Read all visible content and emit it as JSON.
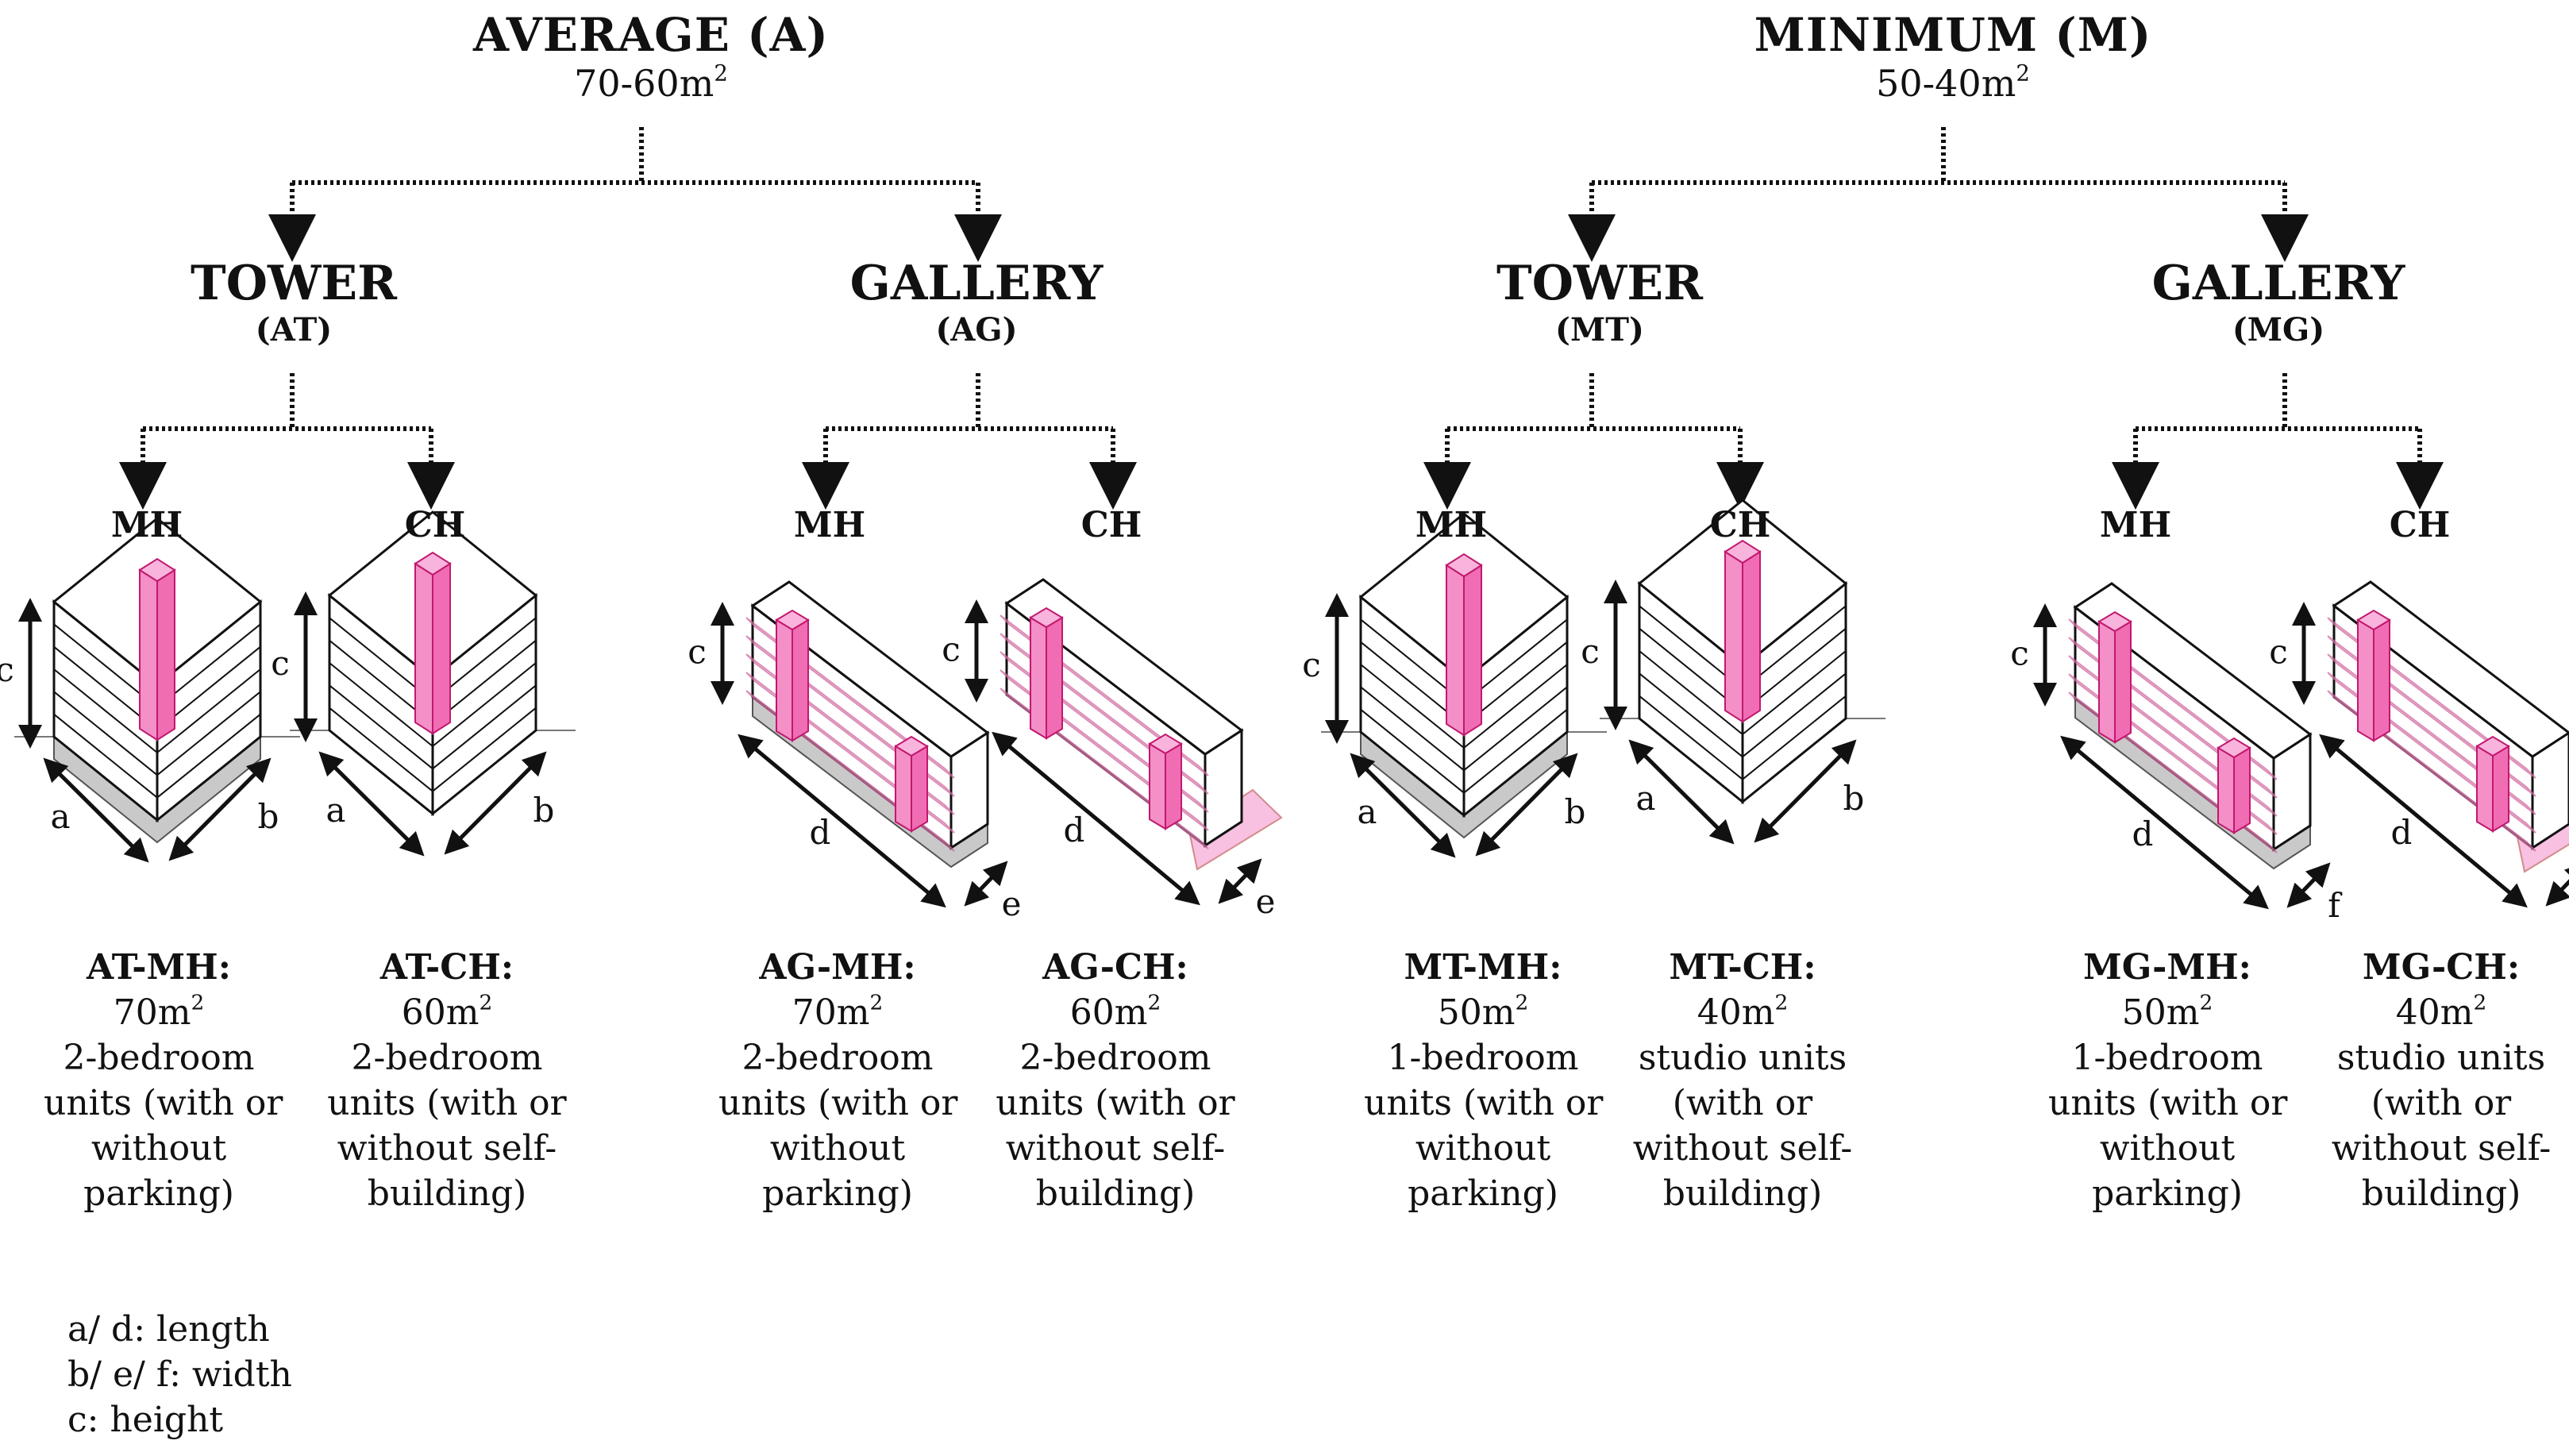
{
  "groups": [
    {
      "title": "AVERAGE (A)",
      "area": "70-60m",
      "area_sup": "2"
    },
    {
      "title": "MINIMUM (M)",
      "area": "50-40m",
      "area_sup": "2"
    }
  ],
  "types": [
    {
      "title": "TOWER",
      "code": "(AT)"
    },
    {
      "title": "GALLERY",
      "code": "(AG)"
    },
    {
      "title": "TOWER",
      "code": "(MT)"
    },
    {
      "title": "GALLERY",
      "code": "(MG)"
    }
  ],
  "variant_labels": [
    "MH",
    "CH",
    "MH",
    "CH",
    "MH",
    "CH",
    "MH",
    "CH"
  ],
  "units": [
    {
      "code": "AT-MH:",
      "area": "70m",
      "sup": "2",
      "lines": [
        "2-bedroom",
        "units (with or",
        "without",
        "parking)"
      ]
    },
    {
      "code": "AT-CH:",
      "area": "60m",
      "sup": "2",
      "lines": [
        "2-bedroom",
        "units (with or",
        "without self-",
        "building)"
      ]
    },
    {
      "code": "AG-MH:",
      "area": "70m",
      "sup": "2",
      "lines": [
        "2-bedroom",
        "units (with or",
        "without",
        "parking)"
      ]
    },
    {
      "code": "AG-CH:",
      "area": "60m",
      "sup": "2",
      "lines": [
        "2-bedroom",
        "units (with or",
        "without self-",
        "building)"
      ]
    },
    {
      "code": "MT-MH:",
      "area": "50m",
      "sup": "2",
      "lines": [
        "1-bedroom",
        "units (with or",
        "without",
        "parking)"
      ]
    },
    {
      "code": "MT-CH:",
      "area": "40m",
      "sup": "2",
      "lines": [
        "studio units",
        "(with or",
        "without self-",
        "building)"
      ]
    },
    {
      "code": "MG-MH:",
      "area": "50m",
      "sup": "2",
      "lines": [
        "1-bedroom",
        "units (with or",
        "without",
        "parking)"
      ]
    },
    {
      "code": "MG-CH:",
      "area": "40m",
      "sup": "2",
      "lines": [
        "studio units",
        "(with or",
        "without self-",
        "building)"
      ]
    }
  ],
  "dimension_letters": {
    "tower": {
      "height": "c",
      "length": "a",
      "width": "b"
    },
    "gallery_average": {
      "height": "c",
      "length": "d",
      "width": "e"
    },
    "gallery_minimum": {
      "height": "c",
      "length": "d",
      "width": "f"
    }
  },
  "legend": [
    "a/ d: length",
    "b/ e/ f: width",
    "c: height"
  ],
  "colors": {
    "core_pink": "#f48fc8",
    "core_stroke": "#c2186e",
    "slab_pink": "#f7b6dc",
    "base_grey": "#c9c9c9",
    "line": "#111111"
  }
}
